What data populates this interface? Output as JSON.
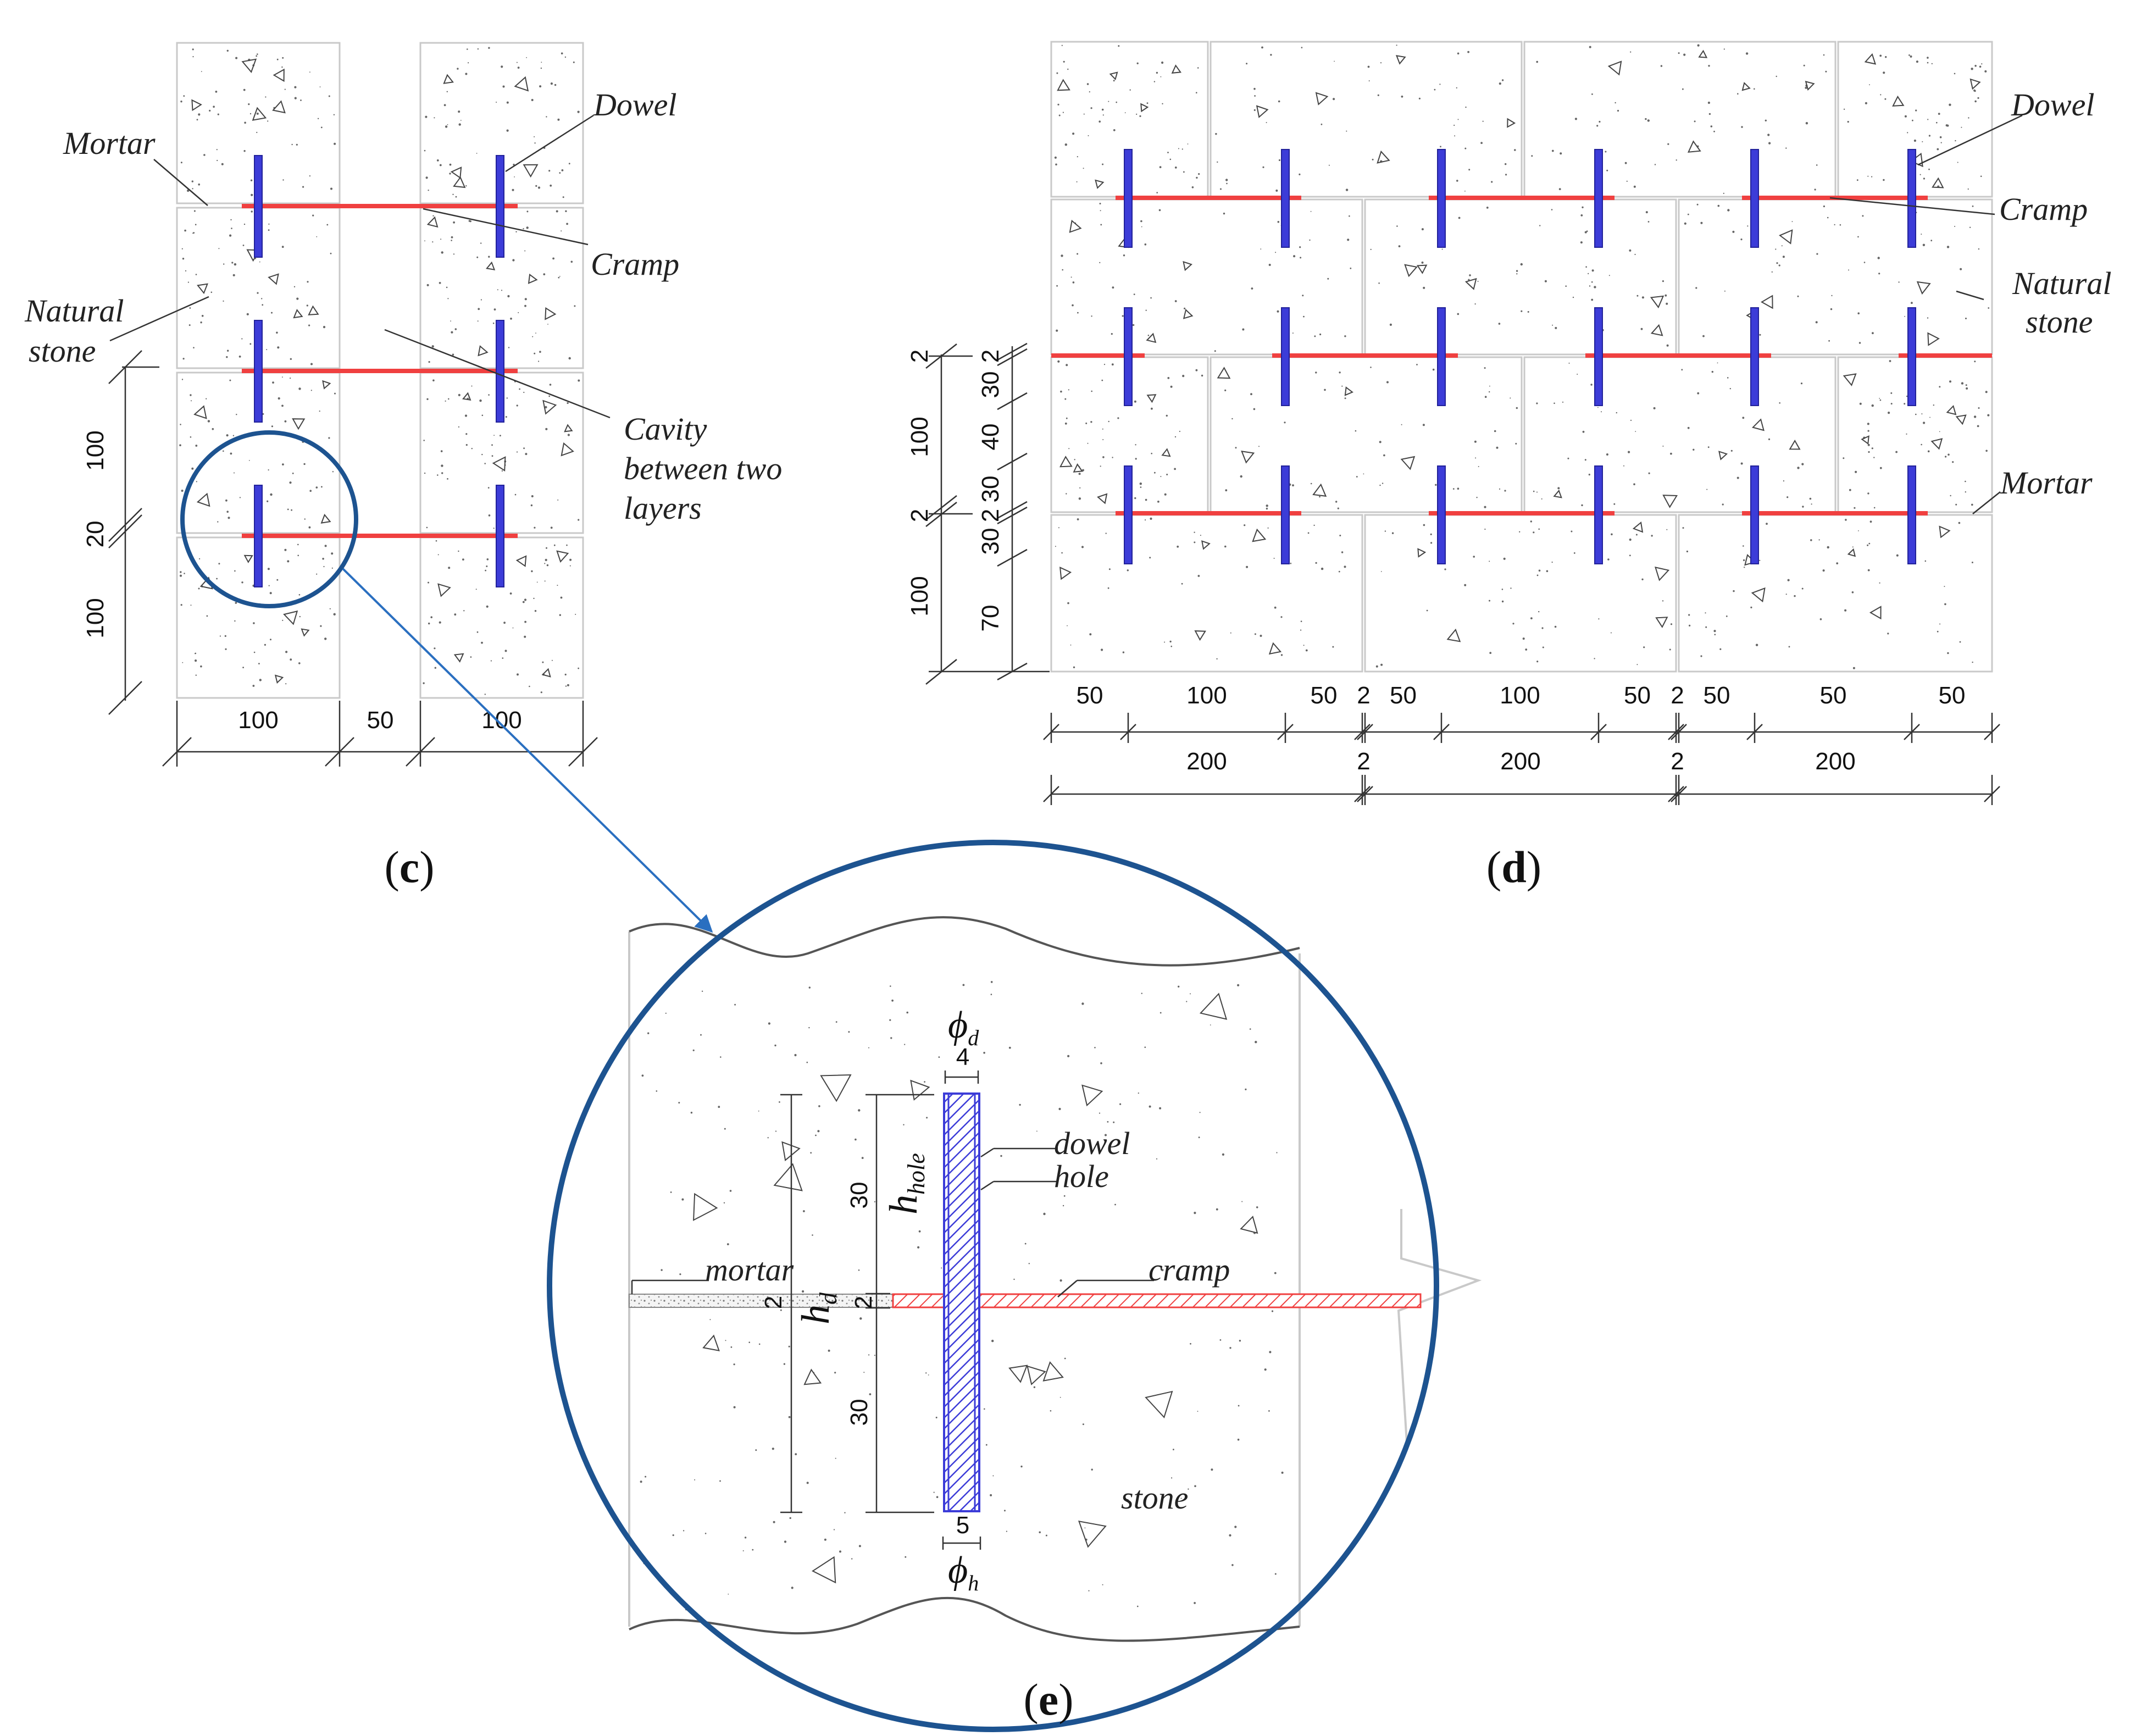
{
  "colors": {
    "dowel": "#3c3cd8",
    "cramp": "#f04040",
    "circle": "#1d5390",
    "arrow": "#2a6fc0",
    "stone_edge": "#c9c9c9",
    "line": "#333333"
  },
  "panel_c": {
    "caption": "c",
    "labels": {
      "mortar": "Mortar",
      "dowel": "Dowel",
      "cramp": "Cramp",
      "natural": "Natural",
      "stone": "stone",
      "cavity1": "Cavity",
      "cavity2": "between two",
      "cavity3": "layers"
    },
    "dims": {
      "h_top": "100",
      "gap": "20",
      "h_bottom": "100",
      "w_left": "100",
      "w_cavity": "50",
      "w_right": "100"
    }
  },
  "panel_d": {
    "caption": "d",
    "labels": {
      "dowel": "Dowel",
      "cramp": "Cramp",
      "natural": "Natural",
      "stone": "stone",
      "mortar": "Mortar"
    },
    "dims_left": {
      "joint_a": "2",
      "height_a": "100",
      "joint_b": "2",
      "height_b": "100"
    },
    "dims_right": {
      "a": "30",
      "b": "2",
      "c": "40",
      "d": "30",
      "e": "2",
      "f": "30",
      "g": "70"
    },
    "bottom_row1": [
      "50",
      "100",
      "50",
      "2",
      "50",
      "100",
      "50",
      "2",
      "50",
      "50",
      "50"
    ],
    "bottom_row2": [
      "200",
      "2",
      "200",
      "2",
      "200"
    ]
  },
  "panel_e": {
    "caption": "e",
    "labels": {
      "phi": "ϕ",
      "sub_d": "d",
      "sub_h": "h",
      "h": "h",
      "sub_hole": "hole",
      "dowel": "dowel",
      "hole": "hole",
      "mortar": "mortar",
      "cramp": "cramp",
      "stone": "stone"
    },
    "dims": {
      "dowel_diameter": "4",
      "hole_diameter": "5",
      "upper": "30",
      "lower": "30",
      "joint": "2",
      "joint_left": "2"
    }
  }
}
